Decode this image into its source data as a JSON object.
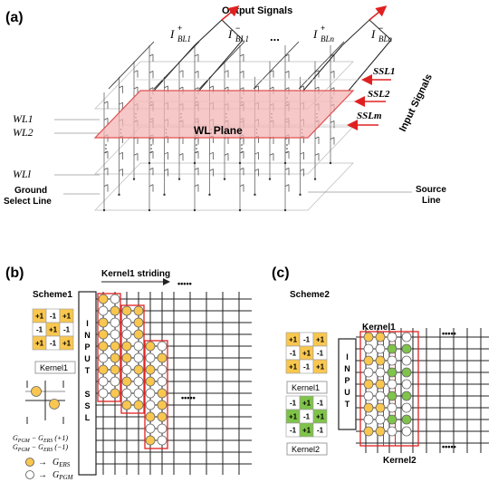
{
  "panel_a": {
    "label": "(a)",
    "output_signals": "Output Signals",
    "i_bl1_plus": "I",
    "i_bl1_plus_sup": "+",
    "i_bl1_plus_sub": "BL1",
    "i_bl1_minus": "I",
    "i_bl1_minus_sup": "−",
    "i_bl1_minus_sub": "BL1",
    "dots": "...",
    "i_bln_plus": "I",
    "i_bln_plus_sup": "+",
    "i_bln_plus_sub": "BLn",
    "i_bln_minus": "I",
    "i_bln_minus_sup": "−",
    "i_bln_minus_sub": "BLn",
    "ssl1": "SSL1",
    "ssl2": "SSL2",
    "sslm": "SSLm",
    "input_signals": "Input Signals",
    "wl1": "WL1",
    "wl2": "WL2",
    "wll": "WLl",
    "wl_plane": "WL Plane",
    "ground_select_line_1": "Ground",
    "ground_select_line_2": "Select Line",
    "source_line_1": "Source",
    "source_line_2": "Line"
  },
  "panel_b": {
    "label": "(b)",
    "scheme": "Scheme1",
    "kernel_striding": "Kernel1 striding",
    "kernel_matrix": [
      [
        "+1",
        "-1",
        "+1"
      ],
      [
        "-1",
        "+1",
        "-1"
      ],
      [
        "+1",
        "-1",
        "+1"
      ]
    ],
    "kernel_label": "Kernel1",
    "input_ssl": [
      "I",
      "N",
      "P",
      "U",
      "T",
      "",
      "S",
      "S",
      "L"
    ],
    "dots_top": "•••••",
    "dots_mid": "•••••",
    "g_line1": "G",
    "g_line1_text": "PGM − GERS (+1)",
    "g_line2_text": "PGM − GERS (−1)",
    "legend_ers": "GERS",
    "legend_pgm": "GPGM",
    "arrow": "→"
  },
  "panel_c": {
    "label": "(c)",
    "scheme": "Scheme2",
    "kernel1_label": "Kernel1",
    "kernel2_label": "Kernel2",
    "kernel1_matrix": [
      [
        "+1",
        "-1",
        "+1"
      ],
      [
        "-1",
        "+1",
        "-1"
      ],
      [
        "+1",
        "-1",
        "+1"
      ]
    ],
    "kernel2_matrix": [
      [
        "-1",
        "+1",
        "-1"
      ],
      [
        "+1",
        "-1",
        "+1"
      ],
      [
        "-1",
        "+1",
        "-1"
      ]
    ],
    "input": [
      "I",
      "N",
      "P",
      "U",
      "T"
    ],
    "dots_top": "•••••",
    "dots_bottom": "•••••"
  },
  "colors": {
    "yellow": "#f9c74f",
    "green": "#7fc34a",
    "red": "#e02020",
    "plane": "#f4b6b6",
    "plane_edge": "#e05050"
  }
}
